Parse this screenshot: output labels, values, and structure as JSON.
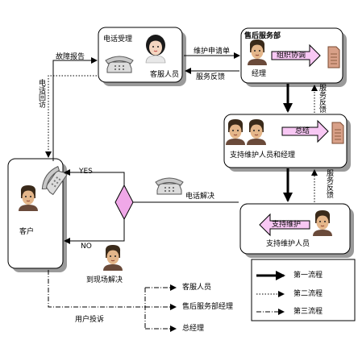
{
  "nodes": {
    "phone_service": {
      "title": "电话受理",
      "role": "客服人员"
    },
    "aftersales": {
      "title": "售后服务部",
      "role": "经理",
      "action": "组织协调"
    },
    "support_team": {
      "role": "支持维护人员和经理",
      "action": "总结"
    },
    "support_staff": {
      "role": "支持维护人员",
      "action": "支持维护"
    },
    "customer": {
      "role": "客户"
    },
    "onsite": {
      "label": "到现场解决"
    }
  },
  "edges": {
    "fault_report": "故障报告",
    "maintenance_request": "维护申请单",
    "service_feedback": "服务反馈",
    "feedback_right_1": "服务反馈",
    "feedback_right_2": "服务反馈",
    "phone_resolve": "电话解决",
    "yes": "YES",
    "no": "NO",
    "callback": "电话回访",
    "complaint": "用户投诉"
  },
  "complaint_targets": [
    "客服人员",
    "售后服务部经理",
    "总经理"
  ],
  "legend": {
    "items": [
      {
        "label": "第一流程",
        "style": "solid-bold"
      },
      {
        "label": "第二流程",
        "style": "dotted"
      },
      {
        "label": "第三流程",
        "style": "dash-dot"
      }
    ]
  },
  "colors": {
    "decision_fill": "#f0a8e8",
    "action_fill": "#f8c8f4",
    "box_shadow": "#9a9a9a",
    "doc_fill": "#d8a088"
  }
}
